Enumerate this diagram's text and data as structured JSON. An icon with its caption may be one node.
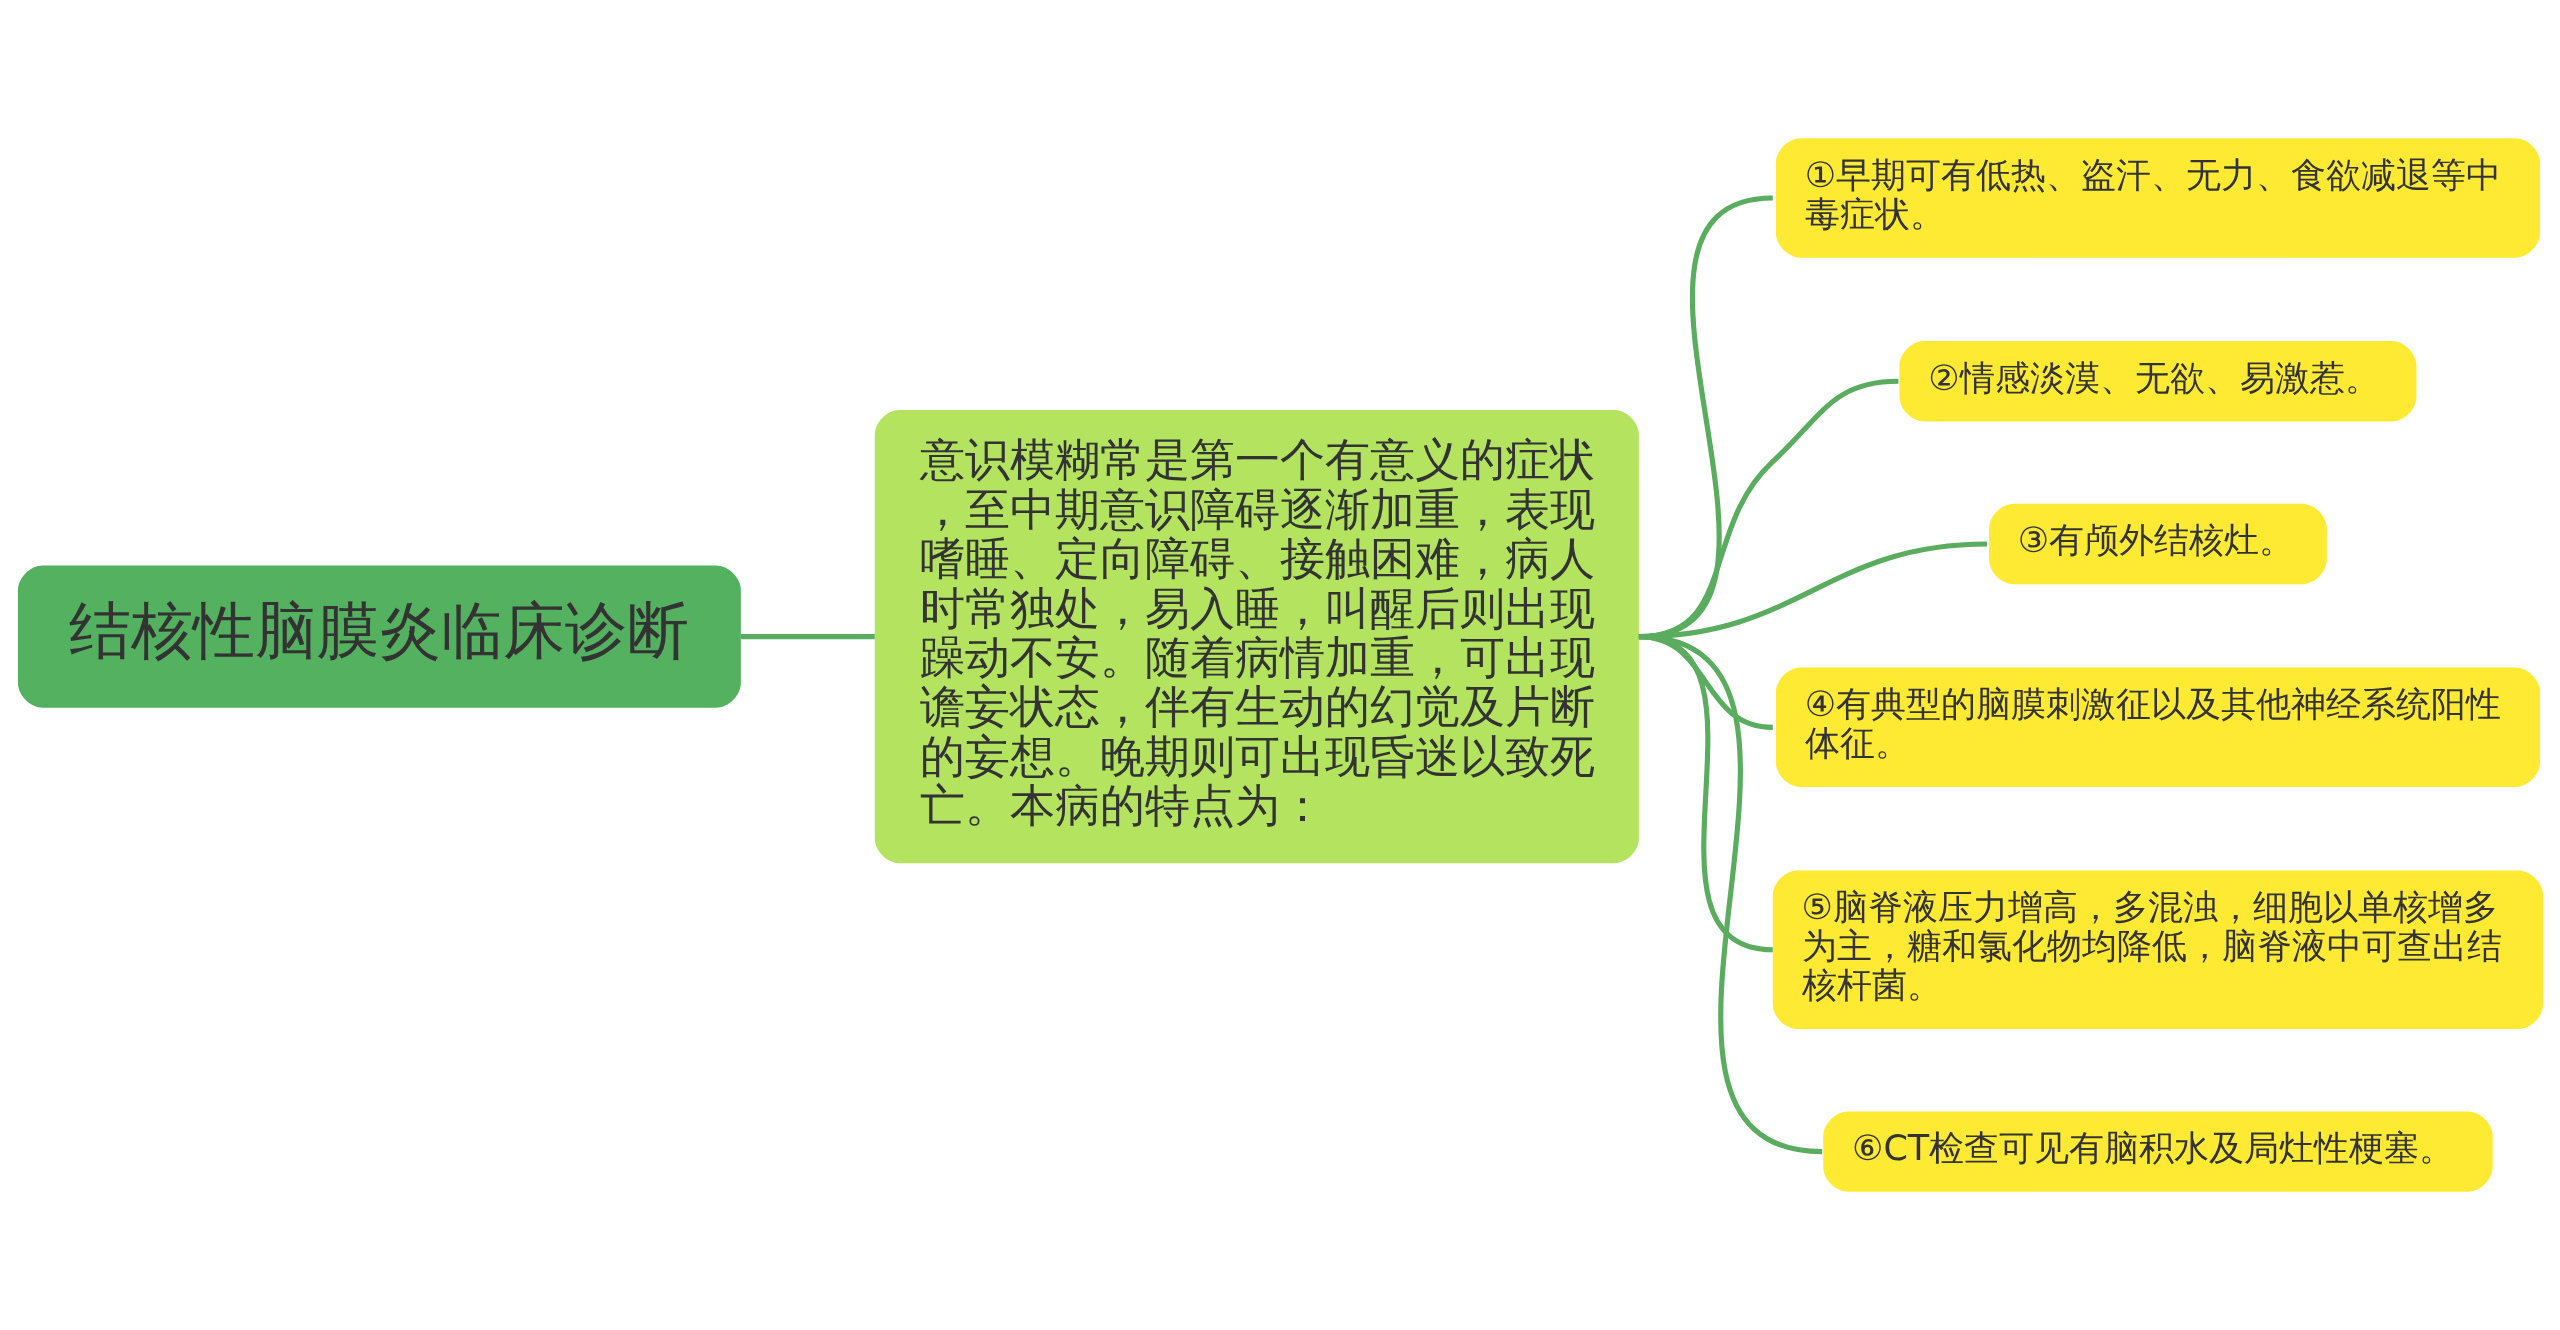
{
  "diagram": {
    "nodes": [
      {
        "text": [
          "结核性脑膜炎临床诊断"
        ]
      },
      {
        "text": [
          "意识模糊常是第一个有意义的症状，至中期意识障碍逐渐加重，表现嗜睡、定向障碍、接触困难，病人时常独处，易入睡，叫醒后则出现躁动不安。随着病情加重，可出现谵妄状态，伴有生动的幻觉及片断的妄想。晚期则可出现昏迷以致死亡。本病的特点为："
        ]
      },
      {
        "text": [
          "①早期可有低热、盗汗、无力、食欲减退等中毒症状。"
        ]
      },
      {
        "text": [
          "②情感淡漠、无欲、易激惹。"
        ]
      },
      {
        "text": [
          "③有颅外结核灶。"
        ]
      },
      {
        "text": [
          "④有典型的脑膜刺激征以及其他神经系统阳性体征。"
        ]
      },
      {
        "text": [
          "⑤脑脊液压力增高，多混浊，细胞以单核增多为主，糖和氯化物均降低，脑脊液中可查出结核杆菌。"
        ]
      },
      {
        "text": [
          "⑥CT检查可见有脑积水及局灶性梗塞。"
        ]
      }
    ],
    "edges": [
      {
        "from": 0,
        "to": 1,
        "arrow": "none"
      },
      {
        "from": 1,
        "to": 2,
        "arrow": "none"
      },
      {
        "from": 1,
        "to": 3,
        "arrow": "none"
      },
      {
        "from": 1,
        "to": 4,
        "arrow": "none"
      },
      {
        "from": 1,
        "to": 5,
        "arrow": "none"
      },
      {
        "from": 1,
        "to": 6,
        "arrow": "none"
      },
      {
        "from": 1,
        "to": 7,
        "arrow": "none"
      }
    ]
  }
}
